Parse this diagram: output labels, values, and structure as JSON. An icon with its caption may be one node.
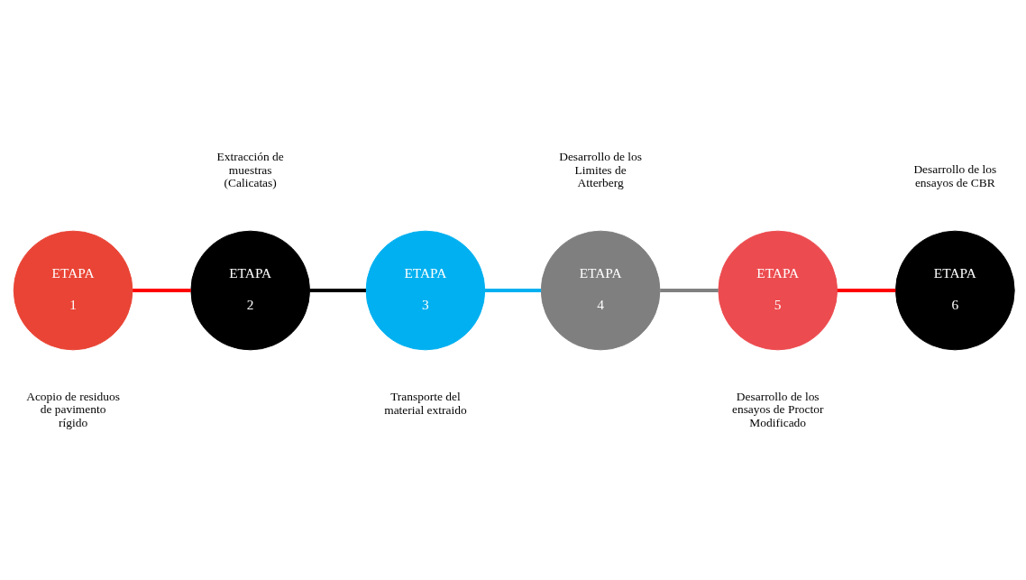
{
  "diagram": {
    "nodes": [
      {
        "text": [
          "ETAPA",
          "1"
        ],
        "beside": [
          "Acopio de residuos de pavimento rígido"
        ]
      },
      {
        "text": [
          "ETAPA",
          "2"
        ],
        "beside": [
          "Extracción de muestras (Calicatas)"
        ]
      },
      {
        "text": [
          "ETAPA",
          "3"
        ],
        "beside": [
          "Transporte del material extraido"
        ]
      },
      {
        "text": [
          "ETAPA",
          "4"
        ],
        "beside": [
          "Desarrollo de los Limites de Atterberg"
        ]
      },
      {
        "text": [
          "ETAPA",
          "5"
        ],
        "beside": [
          "Desarrollo de los ensayos de Proctor Modificado"
        ]
      },
      {
        "text": [
          "ETAPA",
          "6"
        ],
        "beside": [
          "Desarrollo de los ensayos de CBR"
        ]
      }
    ],
    "edges": [
      {
        "from": 0,
        "to": 1,
        "arrow": "none",
        "color": "#ff0000"
      },
      {
        "from": 1,
        "to": 2,
        "arrow": "none",
        "color": "#000000"
      },
      {
        "from": 2,
        "to": 3,
        "arrow": "none",
        "color": "#00b0f0"
      },
      {
        "from": 3,
        "to": 4,
        "arrow": "none",
        "color": "#808080"
      },
      {
        "from": 4,
        "to": 5,
        "arrow": "none",
        "color": "#ff0000"
      }
    ]
  }
}
